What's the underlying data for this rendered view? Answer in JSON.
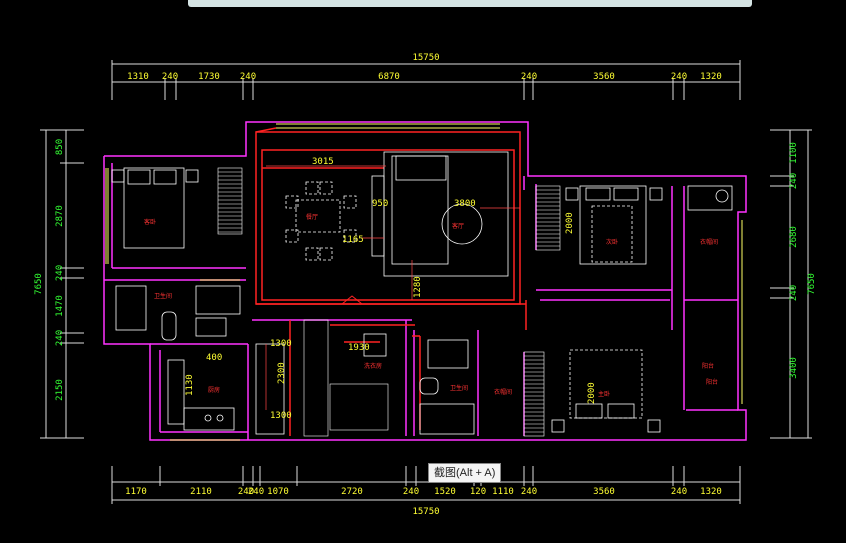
{
  "dims": {
    "top_total": "15750",
    "top": [
      "1310",
      "240",
      "1730",
      "240",
      "6870",
      "240",
      "3560",
      "240",
      "1320"
    ],
    "bottom": [
      "1170",
      "2110",
      "240",
      "240",
      "1070",
      "2720",
      "240",
      "1520",
      "120",
      "1110",
      "240",
      "3560",
      "240",
      "1320"
    ],
    "bottom_total": "15750",
    "left_total": "7650",
    "left": [
      "850",
      "2870",
      "240",
      "1470",
      "240",
      "2150"
    ],
    "right_total": "7650",
    "right": [
      "1100",
      "240",
      "2680",
      "240",
      "3400"
    ]
  },
  "inner_dims": [
    "3015",
    "950",
    "3800",
    "1165",
    "2000",
    "1280",
    "400",
    "1300",
    "2300",
    "1300",
    "1930",
    "1130",
    "2000"
  ],
  "rooms": [
    "客卧",
    "餐厅",
    "客厅",
    "次卧",
    "衣帽间",
    "卫生间",
    "厨房",
    "卫生间",
    "洗衣房",
    "阳台",
    "衣帽间",
    "主卧",
    "阳台"
  ],
  "colors": {
    "wall_magenta": "#ff33ff",
    "wall_red": "#ff2222",
    "furniture": "#ffffff",
    "dim_yellow": "#ffff33",
    "dim_green": "#33ff33"
  },
  "tooltip": "截图(Alt + A)"
}
